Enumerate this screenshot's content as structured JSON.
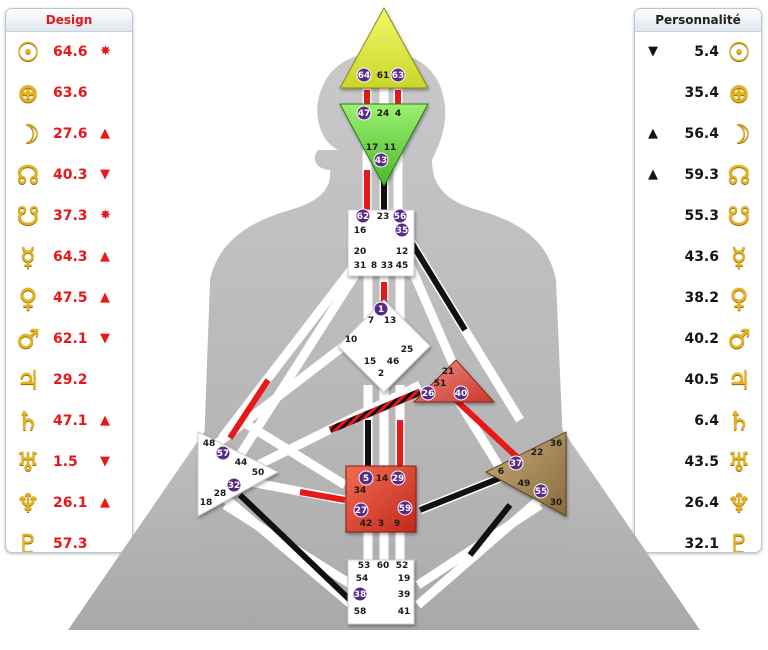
{
  "panels": {
    "design": {
      "title": "Design",
      "rows": [
        {
          "planet": "sun-icon",
          "glyph": "☉",
          "value": "64.6",
          "marker": "✸"
        },
        {
          "planet": "earth-icon",
          "glyph": "⊕",
          "value": "63.6",
          "marker": ""
        },
        {
          "planet": "moon-icon",
          "glyph": "☽",
          "value": "27.6",
          "marker": "▲"
        },
        {
          "planet": "north-node-icon",
          "glyph": "☊",
          "value": "40.3",
          "marker": "▼"
        },
        {
          "planet": "south-node-icon",
          "glyph": "☋",
          "value": "37.3",
          "marker": "✸"
        },
        {
          "planet": "mercury-icon",
          "glyph": "☿",
          "value": "64.3",
          "marker": "▲"
        },
        {
          "planet": "venus-icon",
          "glyph": "♀",
          "value": "47.5",
          "marker": "▲"
        },
        {
          "planet": "mars-icon",
          "glyph": "♂",
          "value": "62.1",
          "marker": "▼"
        },
        {
          "planet": "jupiter-icon",
          "glyph": "♃",
          "value": "29.2",
          "marker": ""
        },
        {
          "planet": "saturn-icon",
          "glyph": "♄",
          "value": "47.1",
          "marker": "▲"
        },
        {
          "planet": "uranus-icon",
          "glyph": "♅",
          "value": "1.5",
          "marker": "▼"
        },
        {
          "planet": "neptune-icon",
          "glyph": "♆",
          "value": "26.1",
          "marker": "▲"
        },
        {
          "planet": "pluto-icon",
          "glyph": "♇",
          "value": "57.3",
          "marker": ""
        }
      ]
    },
    "personality": {
      "title": "Personnalité",
      "rows": [
        {
          "planet": "sun-icon",
          "glyph": "☉",
          "value": "5.4",
          "marker": "▼"
        },
        {
          "planet": "earth-icon",
          "glyph": "⊕",
          "value": "35.4",
          "marker": ""
        },
        {
          "planet": "moon-icon",
          "glyph": "☽",
          "value": "56.4",
          "marker": "▲"
        },
        {
          "planet": "north-node-icon",
          "glyph": "☊",
          "value": "59.3",
          "marker": "▲"
        },
        {
          "planet": "south-node-icon",
          "glyph": "☋",
          "value": "55.3",
          "marker": ""
        },
        {
          "planet": "mercury-icon",
          "glyph": "☿",
          "value": "43.6",
          "marker": ""
        },
        {
          "planet": "venus-icon",
          "glyph": "♀",
          "value": "38.2",
          "marker": ""
        },
        {
          "planet": "mars-icon",
          "glyph": "♂",
          "value": "40.2",
          "marker": ""
        },
        {
          "planet": "jupiter-icon",
          "glyph": "♃",
          "value": "40.5",
          "marker": ""
        },
        {
          "planet": "saturn-icon",
          "glyph": "♄",
          "value": "6.4",
          "marker": ""
        },
        {
          "planet": "uranus-icon",
          "glyph": "♅",
          "value": "43.5",
          "marker": ""
        },
        {
          "planet": "neptune-icon",
          "glyph": "♆",
          "value": "26.4",
          "marker": ""
        },
        {
          "planet": "pluto-icon",
          "glyph": "♇",
          "value": "32.1",
          "marker": ""
        }
      ]
    }
  },
  "centers": {
    "head": {
      "gates": [
        "64",
        "61",
        "63"
      ],
      "color": "#e6ec3c"
    },
    "ajna": {
      "gates": [
        "47",
        "24",
        "4",
        "17",
        "11",
        "43"
      ],
      "color": "#78dc4a"
    },
    "throat": {
      "gates": [
        "62",
        "23",
        "56",
        "16",
        "35",
        "20",
        "12",
        "31",
        "8",
        "33",
        "45"
      ]
    },
    "g": {
      "gates": [
        "1",
        "7",
        "13",
        "10",
        "25",
        "15",
        "46",
        "2"
      ]
    },
    "heart": {
      "gates": [
        "21",
        "51",
        "26",
        "40"
      ],
      "color": "#e8685e"
    },
    "spleen": {
      "gates": [
        "48",
        "57",
        "44",
        "50",
        "32",
        "28",
        "18"
      ]
    },
    "sacral": {
      "gates": [
        "5",
        "14",
        "29",
        "34",
        "27",
        "59",
        "42",
        "3",
        "9"
      ],
      "color": "#e24a3a"
    },
    "solar_plexus": {
      "gates": [
        "36",
        "22",
        "37",
        "6",
        "49",
        "55",
        "30"
      ],
      "color": "#a88a58"
    },
    "root": {
      "gates": [
        "53",
        "60",
        "52",
        "54",
        "19",
        "38",
        "39",
        "58",
        "41"
      ]
    }
  },
  "colors": {
    "design": "#e81818",
    "personality": "#111111",
    "badge": "#5a2a8a",
    "planet_glyph": "#e8b418",
    "silhouette": "#c8c8c8"
  }
}
